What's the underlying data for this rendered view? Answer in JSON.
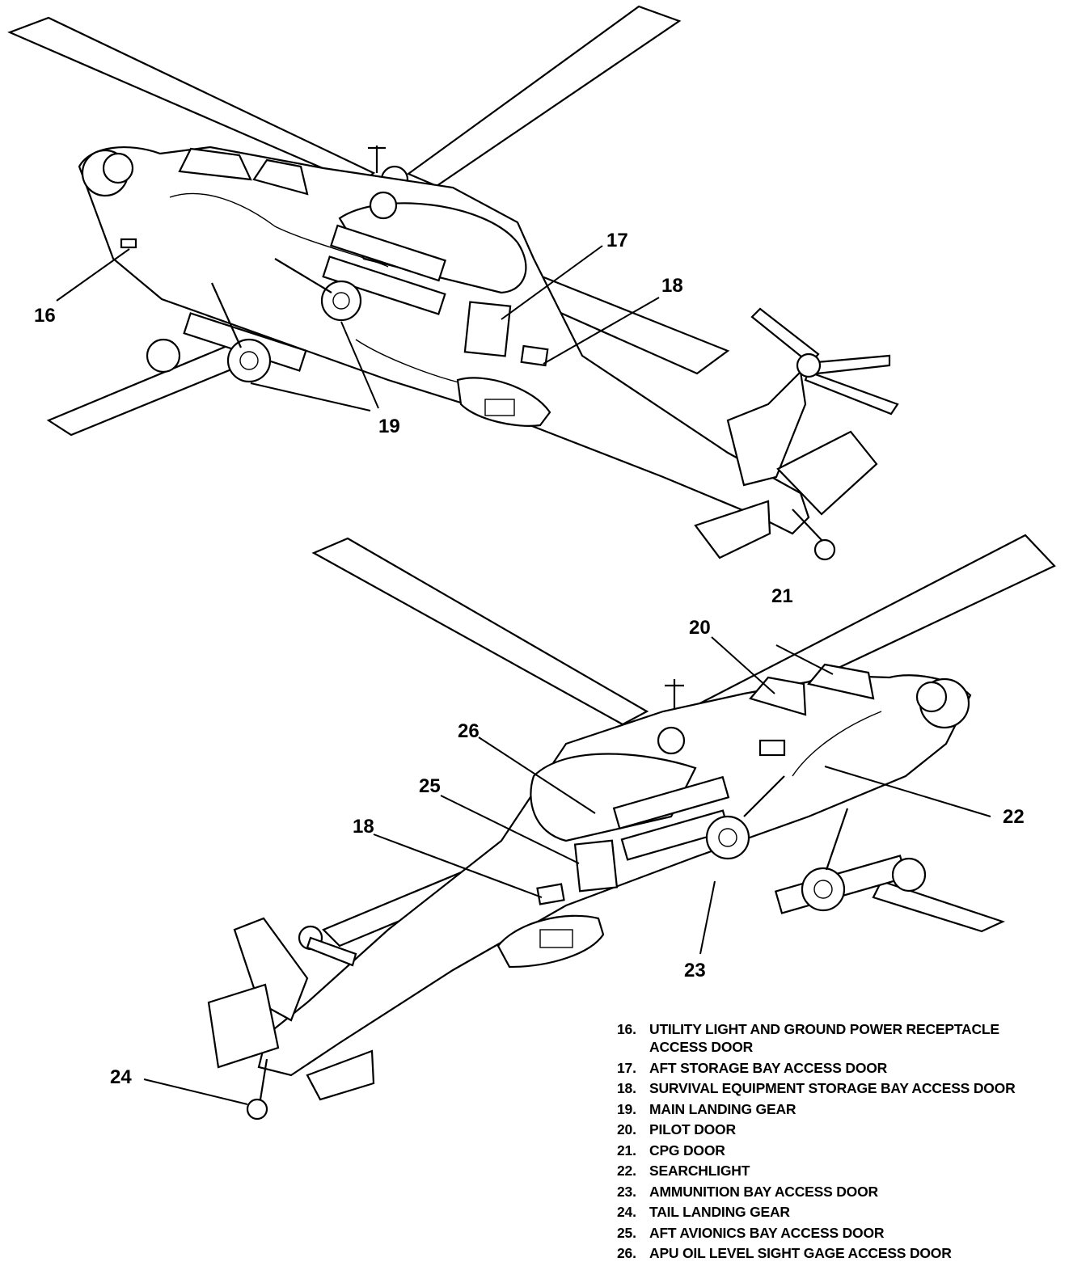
{
  "callouts": {
    "c16": "16",
    "c17": "17",
    "c18a": "18",
    "c19": "19",
    "c20": "20",
    "c21": "21",
    "c22": "22",
    "c23": "23",
    "c24": "24",
    "c25": "25",
    "c26": "26",
    "c18b": "18"
  },
  "legend": {
    "items": [
      {
        "num": "16.",
        "text": "UTILITY LIGHT AND GROUND POWER RECEPTACLE ACCESS DOOR"
      },
      {
        "num": "17.",
        "text": "AFT STORAGE BAY ACCESS DOOR"
      },
      {
        "num": "18.",
        "text": "SURVIVAL EQUIPMENT STORAGE BAY ACCESS DOOR"
      },
      {
        "num": "19.",
        "text": "MAIN LANDING GEAR"
      },
      {
        "num": "20.",
        "text": "PILOT DOOR"
      },
      {
        "num": "21.",
        "text": "CPG DOOR"
      },
      {
        "num": "22.",
        "text": "SEARCHLIGHT"
      },
      {
        "num": "23.",
        "text": "AMMUNITION BAY ACCESS DOOR"
      },
      {
        "num": "24.",
        "text": "TAIL LANDING GEAR"
      },
      {
        "num": "25.",
        "text": "AFT AVIONICS BAY ACCESS DOOR"
      },
      {
        "num": "26.",
        "text": "APU OIL LEVEL SIGHT GAGE ACCESS DOOR"
      }
    ]
  }
}
